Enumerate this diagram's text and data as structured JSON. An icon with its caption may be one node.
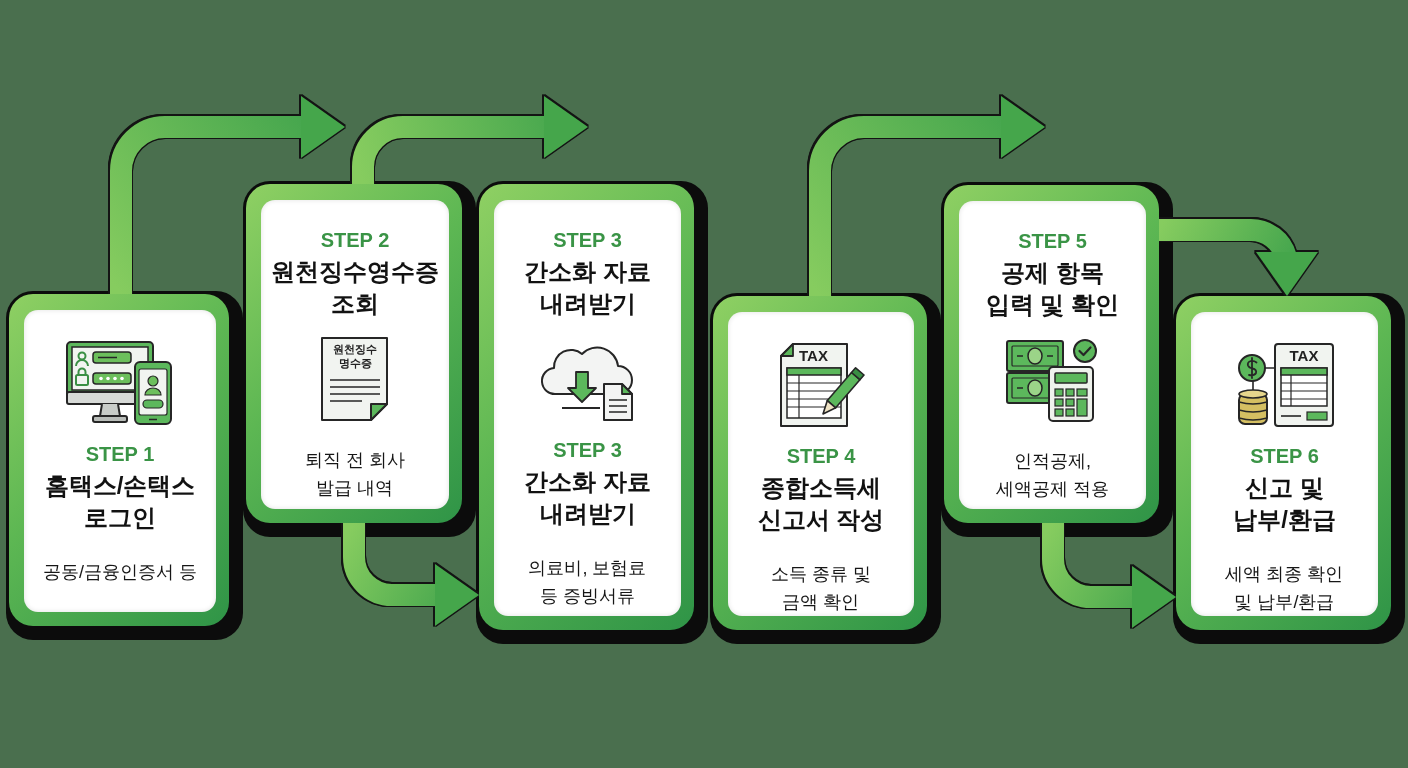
{
  "diagram": {
    "nodes": [
      {
        "text": [
          "STEP 1",
          "홈택스/손택스 로그인",
          "공동/금융인증서 등"
        ]
      },
      {
        "text": [
          "STEP 2",
          "원천징수영수증 조회",
          "퇴직 전 회사 발급 내역"
        ]
      },
      {
        "text": [
          "STEP 3",
          "간소화 자료 내려받기",
          "STEP 3",
          "간소화 자료 내려받기",
          "의료비, 보험료 등 증빙서류"
        ]
      },
      {
        "text": [
          "STEP 4",
          "종합소득세 신고서 작성",
          "소득 종류 및 금액 확인"
        ]
      },
      {
        "text": [
          "STEP 5",
          "공제 항목 입력 및 확인",
          "인적공제, 세액공제 적용"
        ]
      },
      {
        "text": [
          "STEP 6",
          "신고 및 납부/환급",
          "세액 최종 확인 및 납부/환급"
        ]
      }
    ],
    "edges": [
      {
        "from": 0,
        "to": 1,
        "arrow": "to"
      },
      {
        "from": 1,
        "to": 2,
        "arrow": "to"
      },
      {
        "from": 1,
        "to": 2,
        "arrow": "to"
      },
      {
        "from": 3,
        "to": 4,
        "arrow": "to"
      },
      {
        "from": 4,
        "to": 5,
        "arrow": "to"
      },
      {
        "from": 4,
        "to": 5,
        "arrow": "to"
      }
    ],
    "labels": [
      "원천징수 명수증",
      "TAX",
      "TAX"
    ]
  }
}
